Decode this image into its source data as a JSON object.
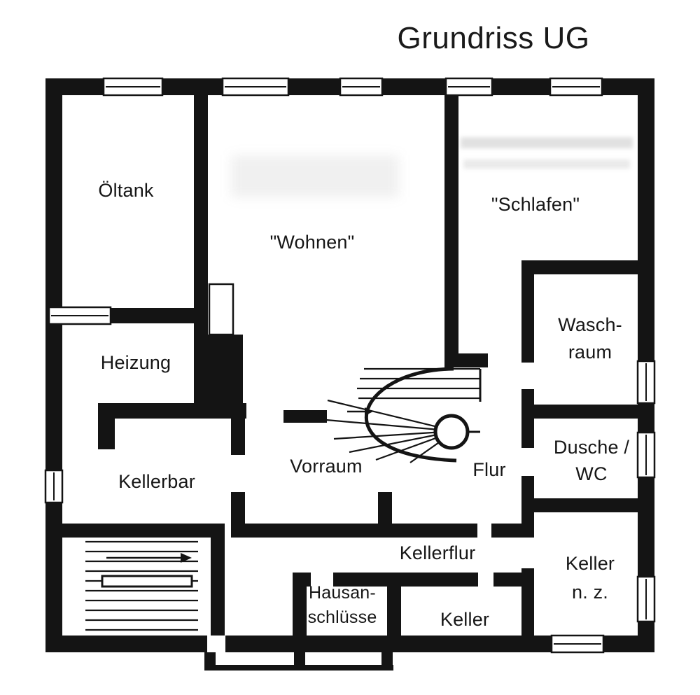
{
  "title": "Grundriss UG",
  "plan": {
    "colors": {
      "wall": "#141414",
      "background": "#ffffff"
    },
    "rooms": {
      "oeltank": "Öltank",
      "wohnen": "\"Wohnen\"",
      "schlafen": "\"Schlafen\"",
      "heizung": "Heizung",
      "waschraum": {
        "line1": "Wasch-",
        "line2": "raum"
      },
      "kellerbar": "Kellerbar",
      "vorraum": "Vorraum",
      "flur": "Flur",
      "dusche_wc": {
        "line1": "Dusche /",
        "line2": "WC"
      },
      "kellerflur": "Kellerflur",
      "hausanschluesse": {
        "line1": "Hausan-",
        "line2": "schlüsse"
      },
      "keller": "Keller",
      "keller_nz": {
        "line1": "Keller",
        "line2": "n. z."
      }
    }
  }
}
